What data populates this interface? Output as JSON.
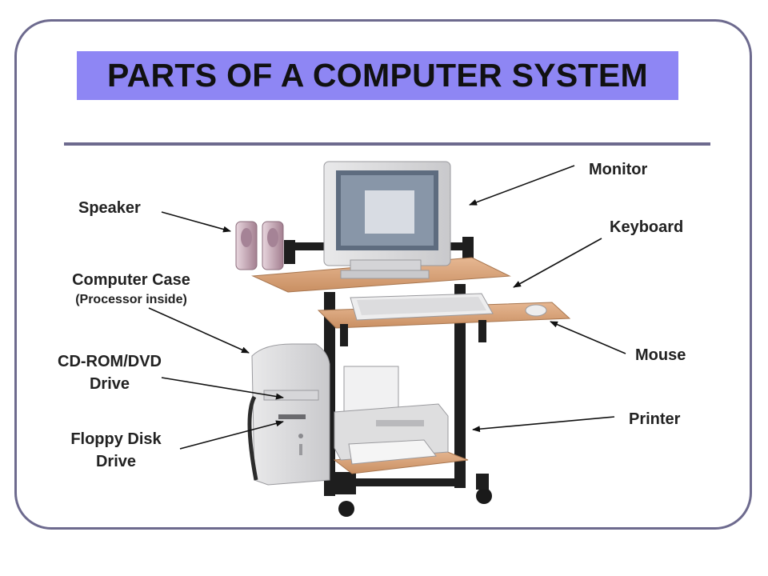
{
  "title": "PARTS OF A COMPUTER SYSTEM",
  "labels": {
    "monitor": "Monitor",
    "speaker": "Speaker",
    "keyboard": "Keyboard",
    "computer_case": "Computer Case",
    "computer_case_sub": "(Processor inside)",
    "cdrom_line1": "CD-ROM/DVD",
    "cdrom_line2": "Drive",
    "mouse": "Mouse",
    "floppy_line1": "Floppy Disk",
    "floppy_line2": "Drive",
    "printer": "Printer"
  },
  "colors": {
    "title_background": "#8e86f4",
    "frame_border": "#6d6a8e",
    "desk_wood": "#d9a47a",
    "desk_frame": "#1e1e1e"
  }
}
